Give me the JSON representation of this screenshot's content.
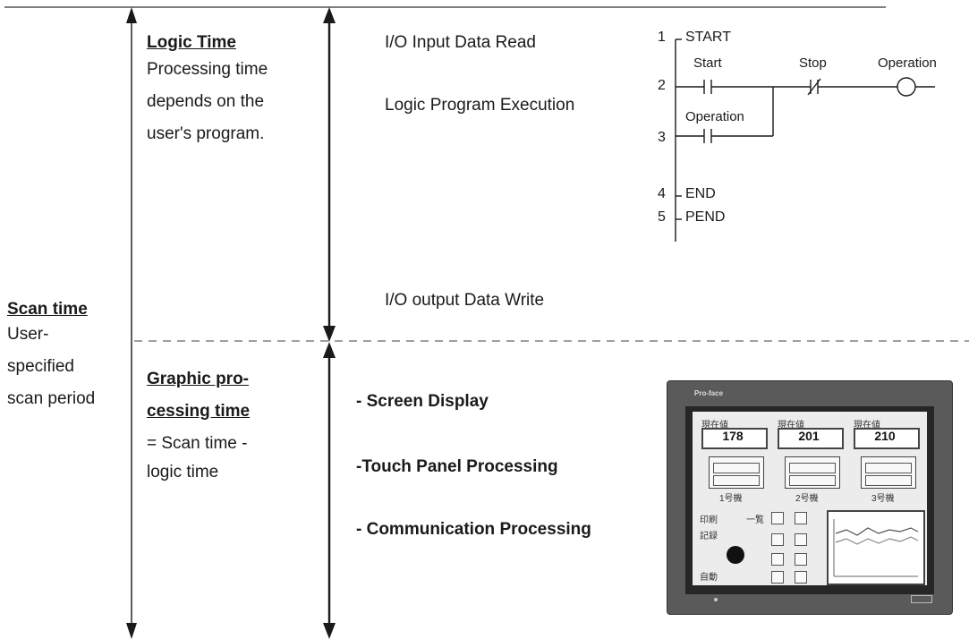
{
  "logic": {
    "heading": "Logic Time",
    "desc_lines": [
      "Processing time",
      "depends on the",
      "user's program."
    ]
  },
  "scan": {
    "heading": "Scan time",
    "desc_lines": [
      "User-",
      "specified",
      "scan period"
    ]
  },
  "graphic": {
    "heading_lines": [
      "Graphic pro-",
      "cessing time"
    ],
    "desc_lines": [
      "= Scan time -",
      "logic time"
    ]
  },
  "steps": {
    "io_input": "I/O Input Data Read",
    "logic_exec": "Logic Program Execution",
    "io_output": "I/O output Data Write",
    "screen_display": "- Screen Display",
    "touch_panel": "-Touch Panel Processing",
    "communication": "- Communication Processing"
  },
  "ladder": {
    "rung_numbers": [
      "1",
      "2",
      "3",
      "4",
      "5"
    ],
    "start_label": "START",
    "contact_start": "Start",
    "contact_stop": "Stop",
    "coil_operation": "Operation",
    "contact_operation": "Operation",
    "end_label": "END",
    "pend_label": "PEND"
  },
  "hmi": {
    "brand": "Pro-face",
    "captions": [
      "現在値",
      "現在値",
      "現在値"
    ],
    "values": [
      "178",
      "201",
      "210"
    ],
    "unit_labels": [
      "1号機",
      "2号機",
      "3号機"
    ],
    "buttons": [
      "印刷",
      "記録",
      "一覧",
      "自動"
    ]
  },
  "colors": {
    "line": "#1a1a1a",
    "dashed": "#666666",
    "panel_frame": "#5a5a5a",
    "screen_bg": "#ececec"
  }
}
